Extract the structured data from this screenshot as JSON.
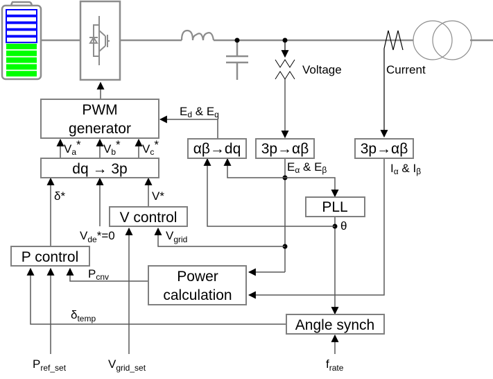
{
  "diagram": {
    "title": "Grid-forming inverter control block diagram",
    "power_circuit": {
      "components": [
        {
          "id": "battery",
          "icon": "battery-icon",
          "charge_cells": 5,
          "empty_cells": 5
        },
        {
          "id": "inverter",
          "icon": "igbt-icon"
        },
        {
          "id": "filter_inductor",
          "icon": "inductor-icon"
        },
        {
          "id": "filter_capacitor",
          "icon": "capacitor-icon"
        },
        {
          "id": "voltage_sensor",
          "icon": "voltage-transformer-icon",
          "label": "Voltage"
        },
        {
          "id": "current_sensor",
          "icon": "current-transformer-icon",
          "label": "Current"
        },
        {
          "id": "grid_transformer",
          "icon": "transformer-icon"
        }
      ]
    },
    "blocks": {
      "pwm": {
        "line1": "PWM",
        "line2": "generator"
      },
      "dq3p": "dq → 3p",
      "ab_dq": "αβ→dq",
      "v_3p_ab": "3p→αβ",
      "i_3p_ab": "3p→αβ",
      "pll": "PLL",
      "v_control": "V control",
      "p_control": "P control",
      "power_calc": {
        "line1": "Power",
        "line2": "calculation"
      },
      "angle_synch": "Angle synch"
    },
    "signals": {
      "edq": {
        "main1": "E",
        "sub1": "d",
        "mid": " & E",
        "sub2": "q"
      },
      "eab": {
        "main1": "E",
        "sub1": "α",
        "mid": " & E",
        "sub2": "β"
      },
      "iab": {
        "main1": "I",
        "sub1": "α",
        "mid": " & I",
        "sub2": "β"
      },
      "va": {
        "main": "V",
        "sub": "a",
        "sup": "*"
      },
      "vb": {
        "main": "V",
        "sub": "b",
        "sup": "*"
      },
      "vc": {
        "main": "V",
        "sub": "c",
        "sup": "*"
      },
      "delta_star": "δ*",
      "v_star": "V*",
      "vde": {
        "main": "V",
        "sub": "de",
        "tail": "*=0"
      },
      "vgrid": {
        "main": "V",
        "sub": "grid"
      },
      "pcnv": {
        "main": "P",
        "sub": "cnv"
      },
      "theta": "θ",
      "delta_temp": {
        "main": "δ",
        "sub": "temp"
      },
      "pref_set": {
        "main": "P",
        "sub": "ref_set"
      },
      "vgrid_set": {
        "main": "V",
        "sub": "grid_set"
      },
      "frate": {
        "main": "f",
        "sub": "rate"
      }
    },
    "colors": {
      "battery_full": "#00ff00",
      "battery_empty_border": "#0000ff",
      "power_line": "#8c8c8c",
      "signal_line": "#000000"
    }
  }
}
